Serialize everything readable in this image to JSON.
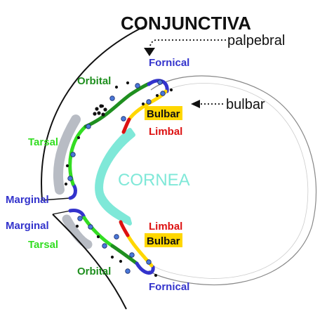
{
  "title": "CONJUNCTIVA",
  "annotations": {
    "palpebral": "palpebral",
    "bulbar": "bulbar"
  },
  "cornea": "CORNEA",
  "upper": {
    "orbital": "Orbital",
    "fornical": "Fornical",
    "tarsal": "Tarsal",
    "marginal": "Marginal",
    "bulbar": "Bulbar",
    "limbal": "Limbal"
  },
  "lower": {
    "marginal": "Marginal",
    "tarsal": "Tarsal",
    "limbal": "Limbal",
    "bulbar": "Bulbar",
    "orbital": "Orbital",
    "fornical": "Fornical"
  },
  "colors": {
    "orbital": "#1f8f1f",
    "tarsal": "#33dd22",
    "fornical": "#3333cc",
    "marginal": "#3333cc",
    "bulbar": "#ffd700",
    "limbal": "#dd1111",
    "cornea": "#7fe8d8",
    "tarsal_plate": "#b8bcc4"
  }
}
